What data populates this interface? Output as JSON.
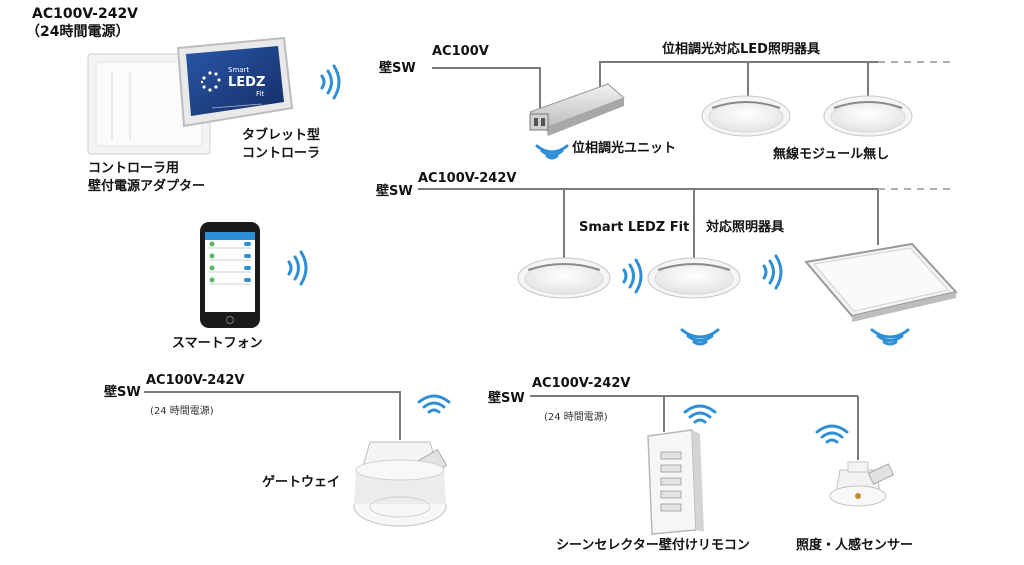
{
  "labels": {
    "controller_power": "AC100V-242V",
    "controller_power_note": "（24時間電源）",
    "tablet": "タブレット型",
    "tablet_line2": "コントローラ",
    "adapter": "コントローラ用",
    "adapter_line2": "壁付電源アダプター",
    "smartphone": "スマートフォン",
    "row1_switch": "壁SW",
    "row1_power": "AC100V",
    "row1_title": "位相調光対応LED照明器具",
    "phase_unit": "位相調光ユニット",
    "no_module": "無線モジュール無し",
    "row2_switch": "壁SW",
    "row2_power": "AC100V-242V",
    "row2_title_a": "Smart LEDZ Fit",
    "row2_title_b": "対応照明器具",
    "gw_switch": "壁SW",
    "gw_power": "AC100V-242V",
    "gw_note": "(24 時間電源)",
    "gateway": "ゲートウェイ",
    "sc_switch": "壁SW",
    "sc_power": "AC100V-242V",
    "sc_note": "(24 時間電源)",
    "scene_selector": "シーンセレクター壁付けリモコン",
    "sensor": "照度・人感センサー"
  },
  "tablet_screen": {
    "brand_small": "Smart",
    "brand_big": "LEDZ",
    "brand_sub": "Fit"
  },
  "colors": {
    "wire": "#7a7a7a",
    "wire_dashed": "#b0b0b0",
    "wave": "#2f8fd6",
    "tablet_screen": "#1d3f86"
  }
}
